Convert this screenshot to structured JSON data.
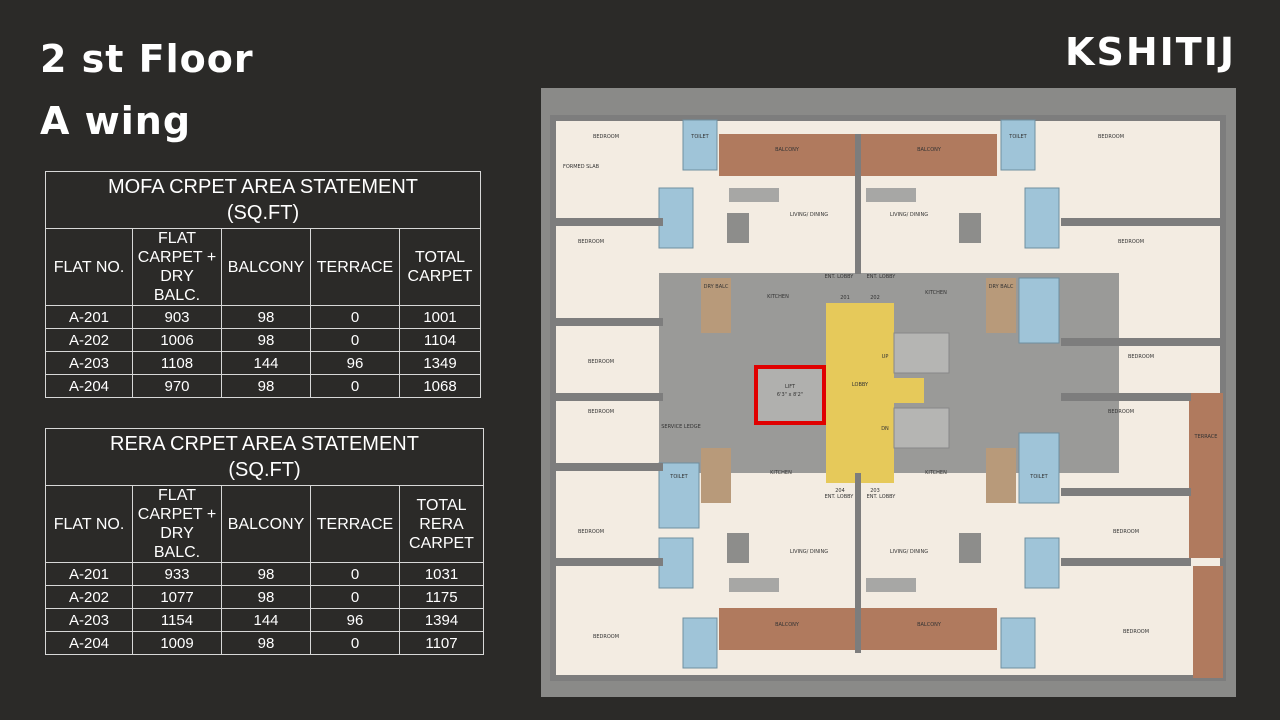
{
  "header": {
    "title_line1": "2 st Floor",
    "title_line2": "A wing",
    "brand": "KSHITIJ"
  },
  "mofa": {
    "caption_line1": "MOFA CRPET AREA STATEMENT",
    "caption_line2": "(SQ.FT)",
    "columns": [
      "FLAT NO.",
      "FLAT CARPET + DRY BALC.",
      "BALCONY",
      "TERRACE",
      "TOTAL CARPET"
    ],
    "rows": [
      [
        "A-201",
        "903",
        "98",
        "0",
        "1001"
      ],
      [
        "A-202",
        "1006",
        "98",
        "0",
        "1104"
      ],
      [
        "A-203",
        "1108",
        "144",
        "96",
        "1349"
      ],
      [
        "A-204",
        "970",
        "98",
        "0",
        "1068"
      ]
    ]
  },
  "rera": {
    "caption_line1": "RERA CRPET AREA STATEMENT",
    "caption_line2": "(SQ.FT)",
    "columns": [
      "FLAT NO.",
      "FLAT CARPET + DRY BALC.",
      "BALCONY",
      "TERRACE",
      "TOTAL RERA CARPET"
    ],
    "rows": [
      [
        "A-201",
        "933",
        "98",
        "0",
        "1031"
      ],
      [
        "A-202",
        "1077",
        "98",
        "0",
        "1175"
      ],
      [
        "A-203",
        "1154",
        "144",
        "96",
        "1394"
      ],
      [
        "A-204",
        "1009",
        "98",
        "0",
        "1107"
      ]
    ]
  },
  "plan": {
    "labels": {
      "lift": "LIFT",
      "lift_dim": "6'3\" x 8'2\"",
      "lobby": "LOBBY",
      "up": "UP",
      "dn": "DN",
      "bedroom": "BEDROOM",
      "toilet": "TOILET",
      "balcony": "BALCONY",
      "living": "LIVING/ DINING",
      "kitchen": "KITCHEN",
      "dry_balc": "DRY BALC",
      "terrace": "TERRACE",
      "service_ledge": "SERVICE LEDGE",
      "formed_slab": "FORMED SLAB",
      "ent_lobby": "ENT. LOBBY",
      "flat_201": "201",
      "flat_202": "202",
      "flat_203": "203",
      "flat_204": "204"
    },
    "colors": {
      "lift_highlight": "#e00000",
      "lobby": "#e6c95a",
      "toilet": "#9fc4d8",
      "balcony": "#b07a5e",
      "floor": "#f3ece2",
      "walls": "#7d7d7d"
    }
  }
}
